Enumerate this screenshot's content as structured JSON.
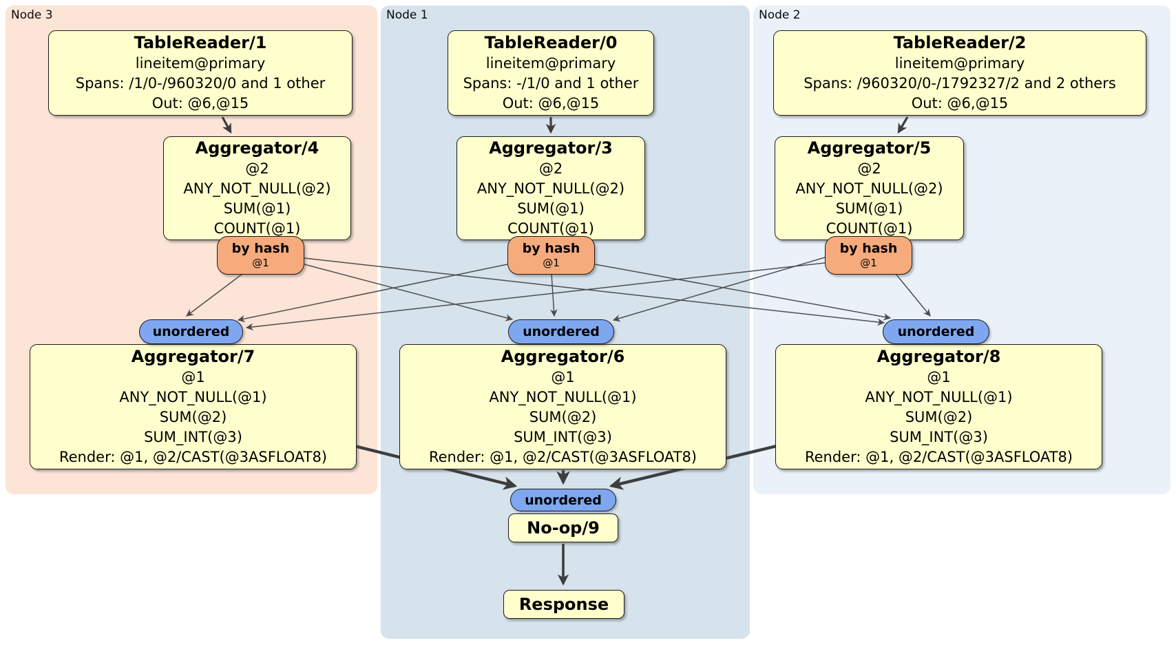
{
  "regions": [
    {
      "label": "Node 3",
      "bg": "#fce4d6"
    },
    {
      "label": "Node 1",
      "bg": "#d6e2ec"
    },
    {
      "label": "Node 2",
      "bg": "#eaf1f9"
    }
  ],
  "processors": {
    "tr1": {
      "title": "TableReader/1",
      "lines": [
        "lineitem@primary",
        "Spans: /1/0-/960320/0 and 1 other",
        "Out: @6,@15"
      ]
    },
    "tr0": {
      "title": "TableReader/0",
      "lines": [
        "lineitem@primary",
        "Spans: -/1/0 and 1 other",
        "Out: @6,@15"
      ]
    },
    "tr2": {
      "title": "TableReader/2",
      "lines": [
        "lineitem@primary",
        "Spans: /960320/0-/1792327/2 and 2 others",
        "Out: @6,@15"
      ]
    },
    "agg4": {
      "title": "Aggregator/4",
      "lines": [
        "@2",
        "ANY_NOT_NULL(@2)",
        "SUM(@1)",
        "COUNT(@1)"
      ]
    },
    "agg3": {
      "title": "Aggregator/3",
      "lines": [
        "@2",
        "ANY_NOT_NULL(@2)",
        "SUM(@1)",
        "COUNT(@1)"
      ]
    },
    "agg5": {
      "title": "Aggregator/5",
      "lines": [
        "@2",
        "ANY_NOT_NULL(@2)",
        "SUM(@1)",
        "COUNT(@1)"
      ]
    },
    "agg7": {
      "title": "Aggregator/7",
      "lines": [
        "@1",
        "ANY_NOT_NULL(@1)",
        "SUM(@2)",
        "SUM_INT(@3)",
        "Render: @1, @2/CAST(@3ASFLOAT8)"
      ]
    },
    "agg6": {
      "title": "Aggregator/6",
      "lines": [
        "@1",
        "ANY_NOT_NULL(@1)",
        "SUM(@2)",
        "SUM_INT(@3)",
        "Render: @1, @2/CAST(@3ASFLOAT8)"
      ]
    },
    "agg8": {
      "title": "Aggregator/8",
      "lines": [
        "@1",
        "ANY_NOT_NULL(@1)",
        "SUM(@2)",
        "SUM_INT(@3)",
        "Render: @1, @2/CAST(@3ASFLOAT8)"
      ]
    },
    "noop": {
      "title": "No-op/9"
    },
    "response": {
      "title": "Response"
    }
  },
  "routers": [
    {
      "label": "by hash",
      "detail": "@1"
    },
    {
      "label": "by hash",
      "detail": "@1"
    },
    {
      "label": "by hash",
      "detail": "@1"
    }
  ],
  "synchronizers": [
    {
      "label": "unordered"
    },
    {
      "label": "unordered"
    },
    {
      "label": "unordered"
    },
    {
      "label": "unordered"
    }
  ],
  "colors": {
    "node3_bg": "#fce4d6",
    "node1_bg": "#d6e2ec",
    "node2_bg": "#eaf1f9",
    "processor_fill": "#ffffcd",
    "router_fill": "#f6ab7d",
    "sync_fill": "#7ea7ef",
    "edge": "#4d4d4d"
  }
}
